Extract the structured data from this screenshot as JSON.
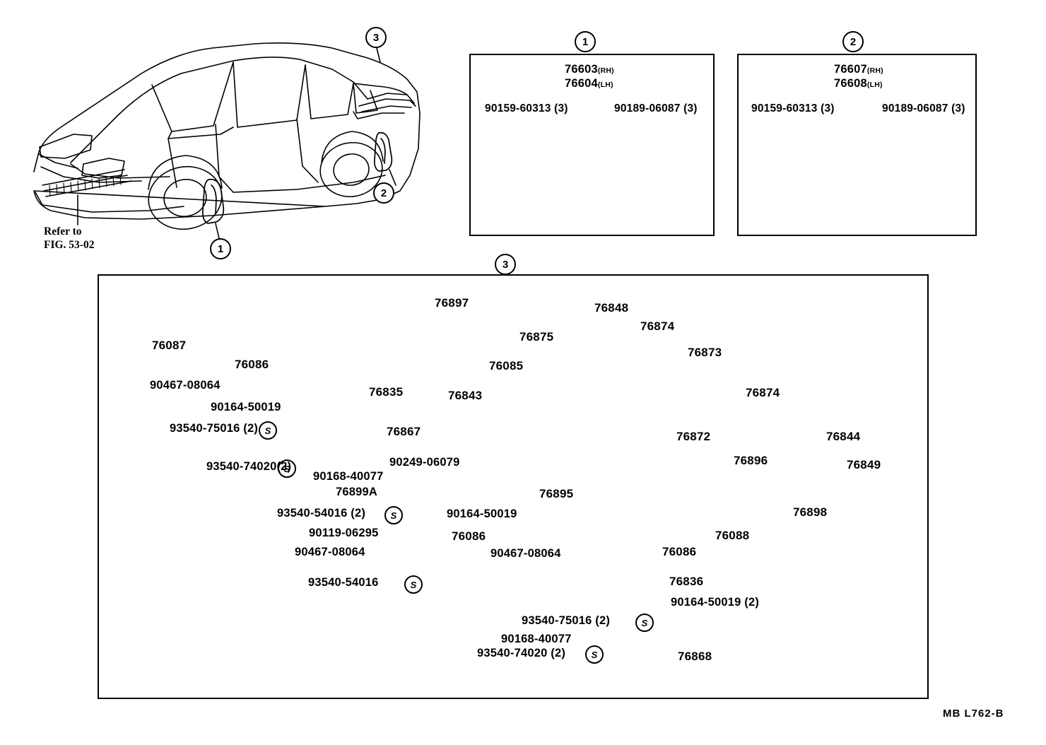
{
  "diagram": {
    "footer_code": "MB L762-B",
    "refer_note_line1": "Refer to",
    "refer_note_line2": "FIG. 53-02",
    "callouts": {
      "one": "1",
      "two": "2",
      "three": "3"
    },
    "ink": "#000000",
    "background": "#ffffff"
  },
  "vehicle_illustration": {
    "name": "coupe-three-quarter-view",
    "callout_front_mudguard": "1",
    "callout_rear_mudguard": "2",
    "callout_rear_spoiler": "3"
  },
  "panel1": {
    "callout": "1",
    "parts": [
      {
        "number": "76603",
        "side": "(RH)"
      },
      {
        "number": "76604",
        "side": "(LH)"
      }
    ],
    "fasteners": [
      {
        "number": "90159-60313",
        "qty": "(3)"
      },
      {
        "number": "90189-06087",
        "qty": "(3)"
      }
    ]
  },
  "panel2": {
    "callout": "2",
    "parts": [
      {
        "number": "76607",
        "side": "(RH)"
      },
      {
        "number": "76608",
        "side": "(LH)"
      }
    ],
    "fasteners": [
      {
        "number": "90159-60313",
        "qty": "(3)"
      },
      {
        "number": "90189-06087",
        "qty": "(3)"
      }
    ]
  },
  "panel3": {
    "callout": "3",
    "labels": {
      "l_76087": "76087",
      "l_76086_a": "76086",
      "l_90467_08064_a": "90467-08064",
      "l_76835": "76835",
      "l_90164_50019_a": "90164-50019",
      "l_93540_75016_a": "93540-75016 (2)",
      "l_76867": "76867",
      "l_93540_74020_a": "93540-74020(2)",
      "l_90168_40077_a": "90168-40077",
      "l_76899A": "76899A",
      "l_93540_54016_2": "93540-54016 (2)",
      "l_90119_06295": "90119-06295",
      "l_90467_08064_b": "90467-08064",
      "l_93540_54016": "93540-54016",
      "l_90249_06079": "90249-06079",
      "l_76086_b": "76086",
      "l_90164_50019_b": "90164-50019",
      "l_76895": "76895",
      "l_76085": "76085",
      "l_76897": "76897",
      "l_76848": "76848",
      "l_76875": "76875",
      "l_76874_top": "76874",
      "l_76843": "76843",
      "l_76873": "76873",
      "l_76872": "76872",
      "l_76874_bot": "76874",
      "l_76844": "76844",
      "l_76896": "76896",
      "l_76849": "76849",
      "l_76898": "76898",
      "l_76088": "76088",
      "l_76086_c": "76086",
      "l_90467_08064_c": "90467-08064",
      "l_76836": "76836",
      "l_90164_50019_c": "90164-50019 (2)",
      "l_93540_75016_b": "93540-75016 (2)",
      "l_90168_40077_b": "90168-40077",
      "l_93540_74020_b": "93540-74020 (2)",
      "l_76868": "76868",
      "s_mark": "S"
    }
  }
}
